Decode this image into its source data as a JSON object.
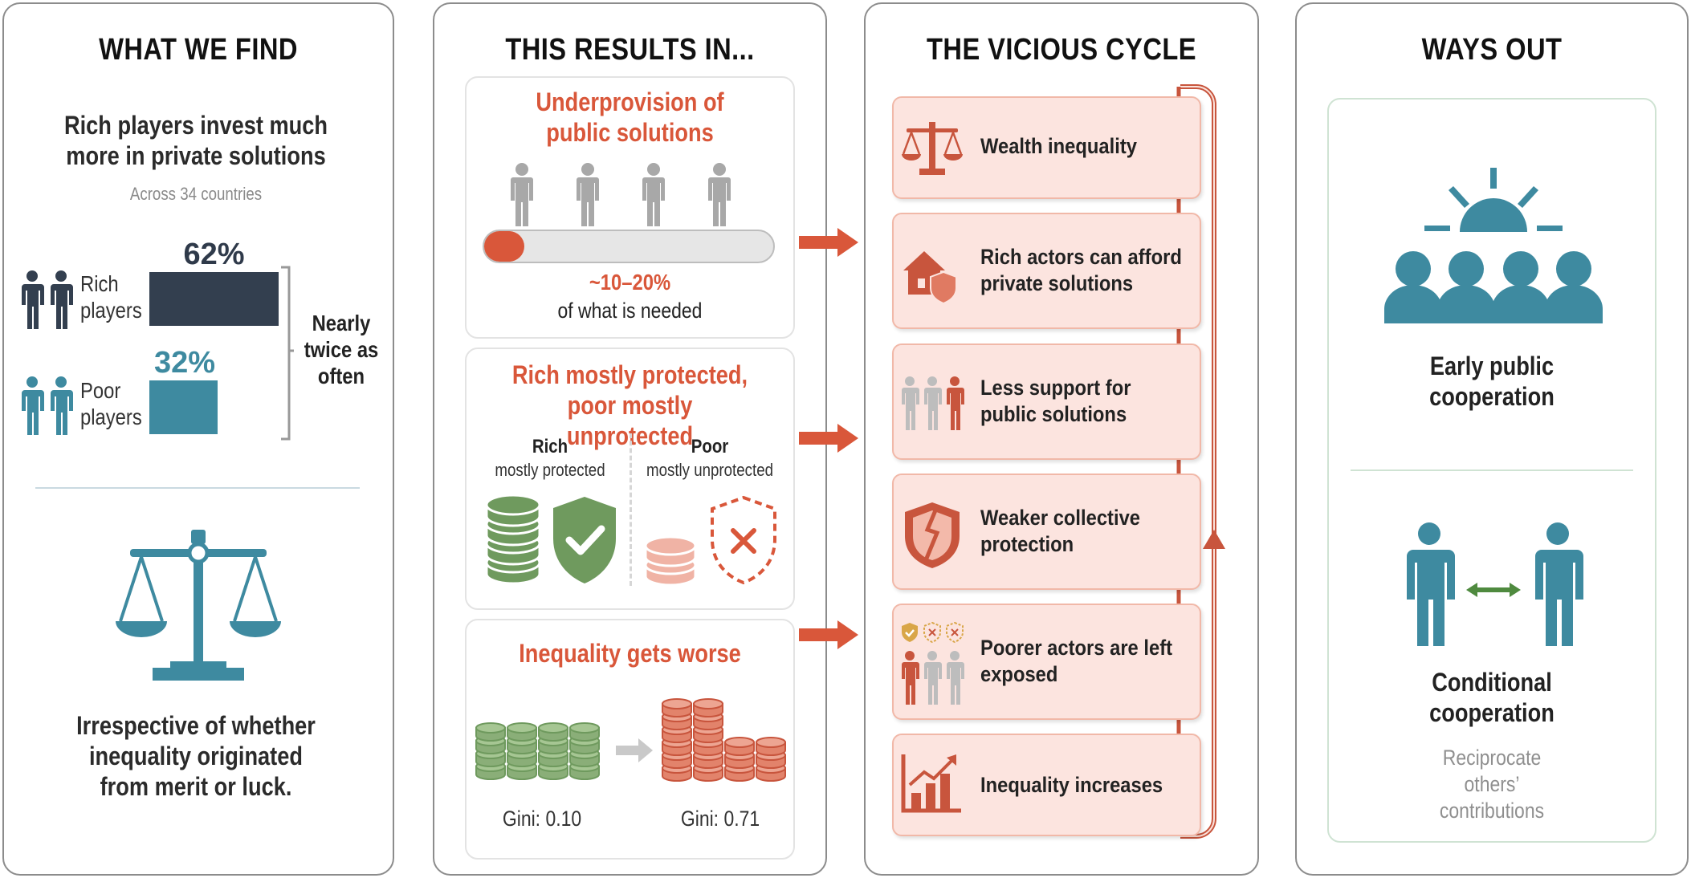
{
  "panels": {
    "find": {
      "title": "WHAT WE FIND",
      "headline": "Rich players invest much more in private solutions",
      "subtitle": "Across 34 countries",
      "rich": {
        "label": "Rich players",
        "percent_label": "62%",
        "value": 62
      },
      "poor": {
        "label": "Poor players",
        "percent_label": "32%",
        "value": 32
      },
      "bracket_label": "Nearly twice as often",
      "bottom_text": "Irrespective of whether inequality originated from merit or luck."
    },
    "results": {
      "title": "THIS RESULTS IN...",
      "box1": {
        "title": "Underprovision of public solutions",
        "percent_label": "~10–20%",
        "caption": "of what is needed",
        "progress_fraction": 0.14
      },
      "box2": {
        "title": "Rich mostly protected, poor mostly unprotected",
        "rich_label": "Rich",
        "rich_sub": "mostly protected",
        "poor_label": "Poor",
        "poor_sub": "mostly unprotected"
      },
      "box3": {
        "title": "Inequality gets worse",
        "gini_before": "Gini: 0.10",
        "gini_after": "Gini: 0.71"
      }
    },
    "cycle": {
      "title": "THE VICIOUS CYCLE",
      "items": [
        {
          "icon": "scales-icon",
          "text": "Wealth inequality"
        },
        {
          "icon": "house-shield-icon",
          "text": "Rich actors can afford\nprivate solutions"
        },
        {
          "icon": "people-icon",
          "text": "Less support for\npublic solutions"
        },
        {
          "icon": "broken-shield-icon",
          "text": "Weaker collective\nprotection"
        },
        {
          "icon": "exposed-people-icon",
          "text": "Poorer actors are left\nexposed"
        },
        {
          "icon": "rising-chart-icon",
          "text": "Inequality increases"
        }
      ]
    },
    "ways": {
      "title": "WAYS OUT",
      "option1": "Early public cooperation",
      "option2": "Conditional cooperation",
      "option2_sub": "Reciprocate others’ contributions"
    }
  },
  "colors": {
    "accent_red": "#d9573a",
    "navy": "#333f4f",
    "teal": "#3e8aa0",
    "green": "#6f9a5e",
    "pink_bg": "#fce4df"
  }
}
